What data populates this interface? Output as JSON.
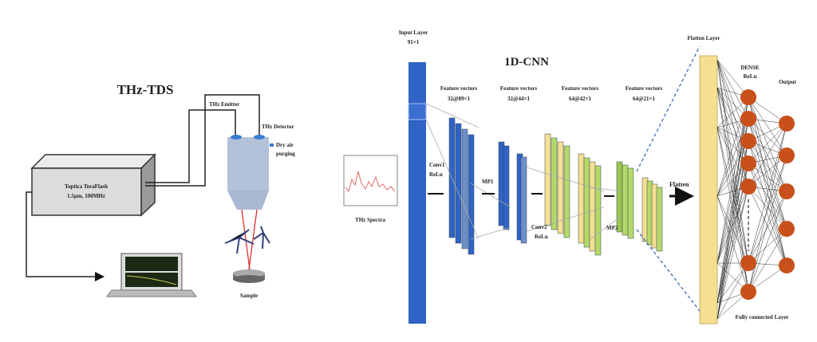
{
  "thz_tds": {
    "title": "THz-TDS",
    "device_line1": "Toptica TeraFlash",
    "device_line2": "1.5μm, 100MHz",
    "emitter": "THz Emitter",
    "detector": "THz Detector",
    "purge_line1": "Dry air",
    "purge_line2": "purging",
    "sample": "Sample"
  },
  "cnn": {
    "title": "1D-CNN",
    "input_label": "Input Layer",
    "input_size": "91×1",
    "spectra_label": "THz Spectra",
    "feature_label": "Feature vectors",
    "feature_sizes": [
      "32@89×1",
      "32@44×1",
      "64@42×1",
      "64@21×1"
    ],
    "conv1_line1": "Conv1",
    "conv1_line2": "ReLu",
    "mp1": "MP1",
    "conv2_line1": "Conv2",
    "conv2_line2": "ReLu",
    "mp2": "MP2",
    "flatten": "Flatten",
    "flatten_layer": "Flatten Layer",
    "dense_line1": "DENSE",
    "dense_line2": "ReLu",
    "output": "Output",
    "fc_layer": "Fully connected Layer"
  },
  "colors": {
    "blue": "#2f63c4",
    "green": "#b5d96a",
    "yellow": "#f6df92",
    "node": "#c8501a",
    "beam": "#e03030"
  }
}
